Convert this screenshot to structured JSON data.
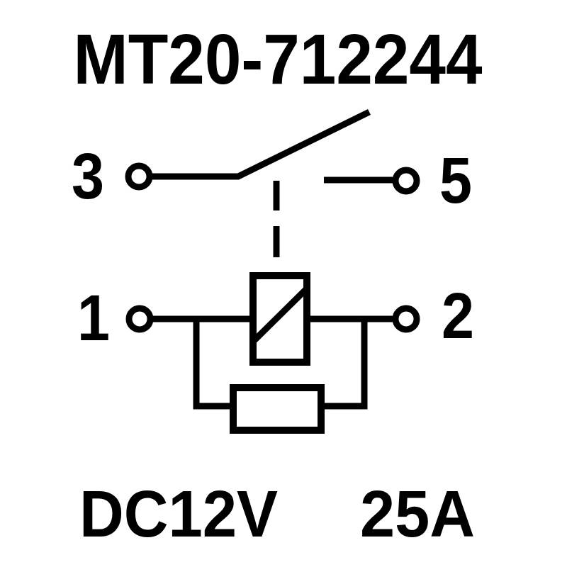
{
  "title": "MT20-712244",
  "schematic": {
    "terminals": {
      "t3": "3",
      "t5": "5",
      "t1": "1",
      "t2": "2"
    }
  },
  "ratings": {
    "voltage": "DC12V",
    "current": "25A"
  },
  "colors": {
    "ink": "#000000",
    "background": "#ffffff"
  }
}
